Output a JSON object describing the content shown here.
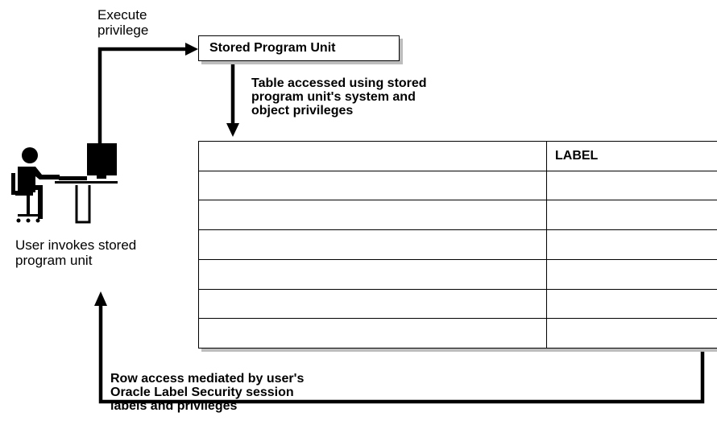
{
  "labels": {
    "execute": "Execute\nprivilege",
    "stored_unit": "Stored Program Unit",
    "table_access": "Table accessed using stored\nprogram unit's system and\nobject privileges",
    "user": "User invokes stored\nprogram unit",
    "row_access": "Row access mediated by user's\nOracle Label Security session\nlabels and privileges"
  },
  "table": {
    "header": [
      "",
      "LABEL"
    ],
    "rows": [
      [
        "",
        ""
      ],
      [
        "",
        ""
      ],
      [
        "",
        ""
      ],
      [
        "",
        ""
      ],
      [
        "",
        ""
      ],
      [
        "",
        ""
      ]
    ]
  },
  "icons": [
    "user-at-computer-icon"
  ],
  "colors": {
    "line": "#000000",
    "shadow": "#bdbdbd",
    "background": "#ffffff"
  }
}
